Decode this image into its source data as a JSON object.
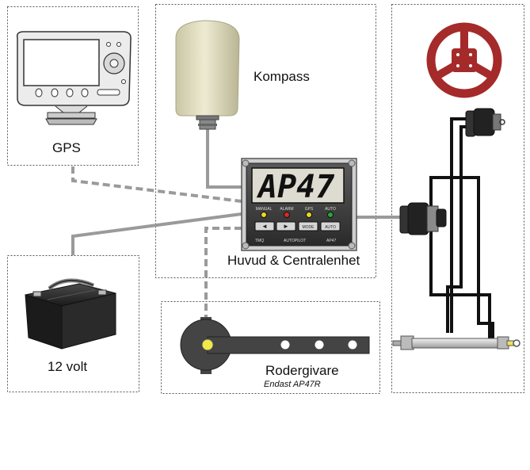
{
  "labels": {
    "gps": "GPS",
    "compass": "Kompass",
    "main_unit": "Huvud & Centralenhet",
    "battery": "12 volt",
    "rudder_sensor": "Rodergivare",
    "rudder_sensor_note": "Endast AP47R"
  },
  "autopilot": {
    "display": "AP47",
    "model": "AP47",
    "panel_text": "AUTOPILOT",
    "brand": "TMQ",
    "indicators": [
      {
        "label": "MANUAL",
        "color": "#e8d81e"
      },
      {
        "label": "ALARM",
        "color": "#d8282a"
      },
      {
        "label": "GPS",
        "color": "#e8d81e"
      },
      {
        "label": "AUTO",
        "color": "#22a83a"
      }
    ],
    "buttons": [
      "◄",
      "►",
      "MODE",
      "AUTO"
    ]
  },
  "colors": {
    "wheel": "#a52a2a",
    "cable": "#9a9a9a",
    "hydraulic_line": "#111111",
    "box_border": "#555555"
  }
}
